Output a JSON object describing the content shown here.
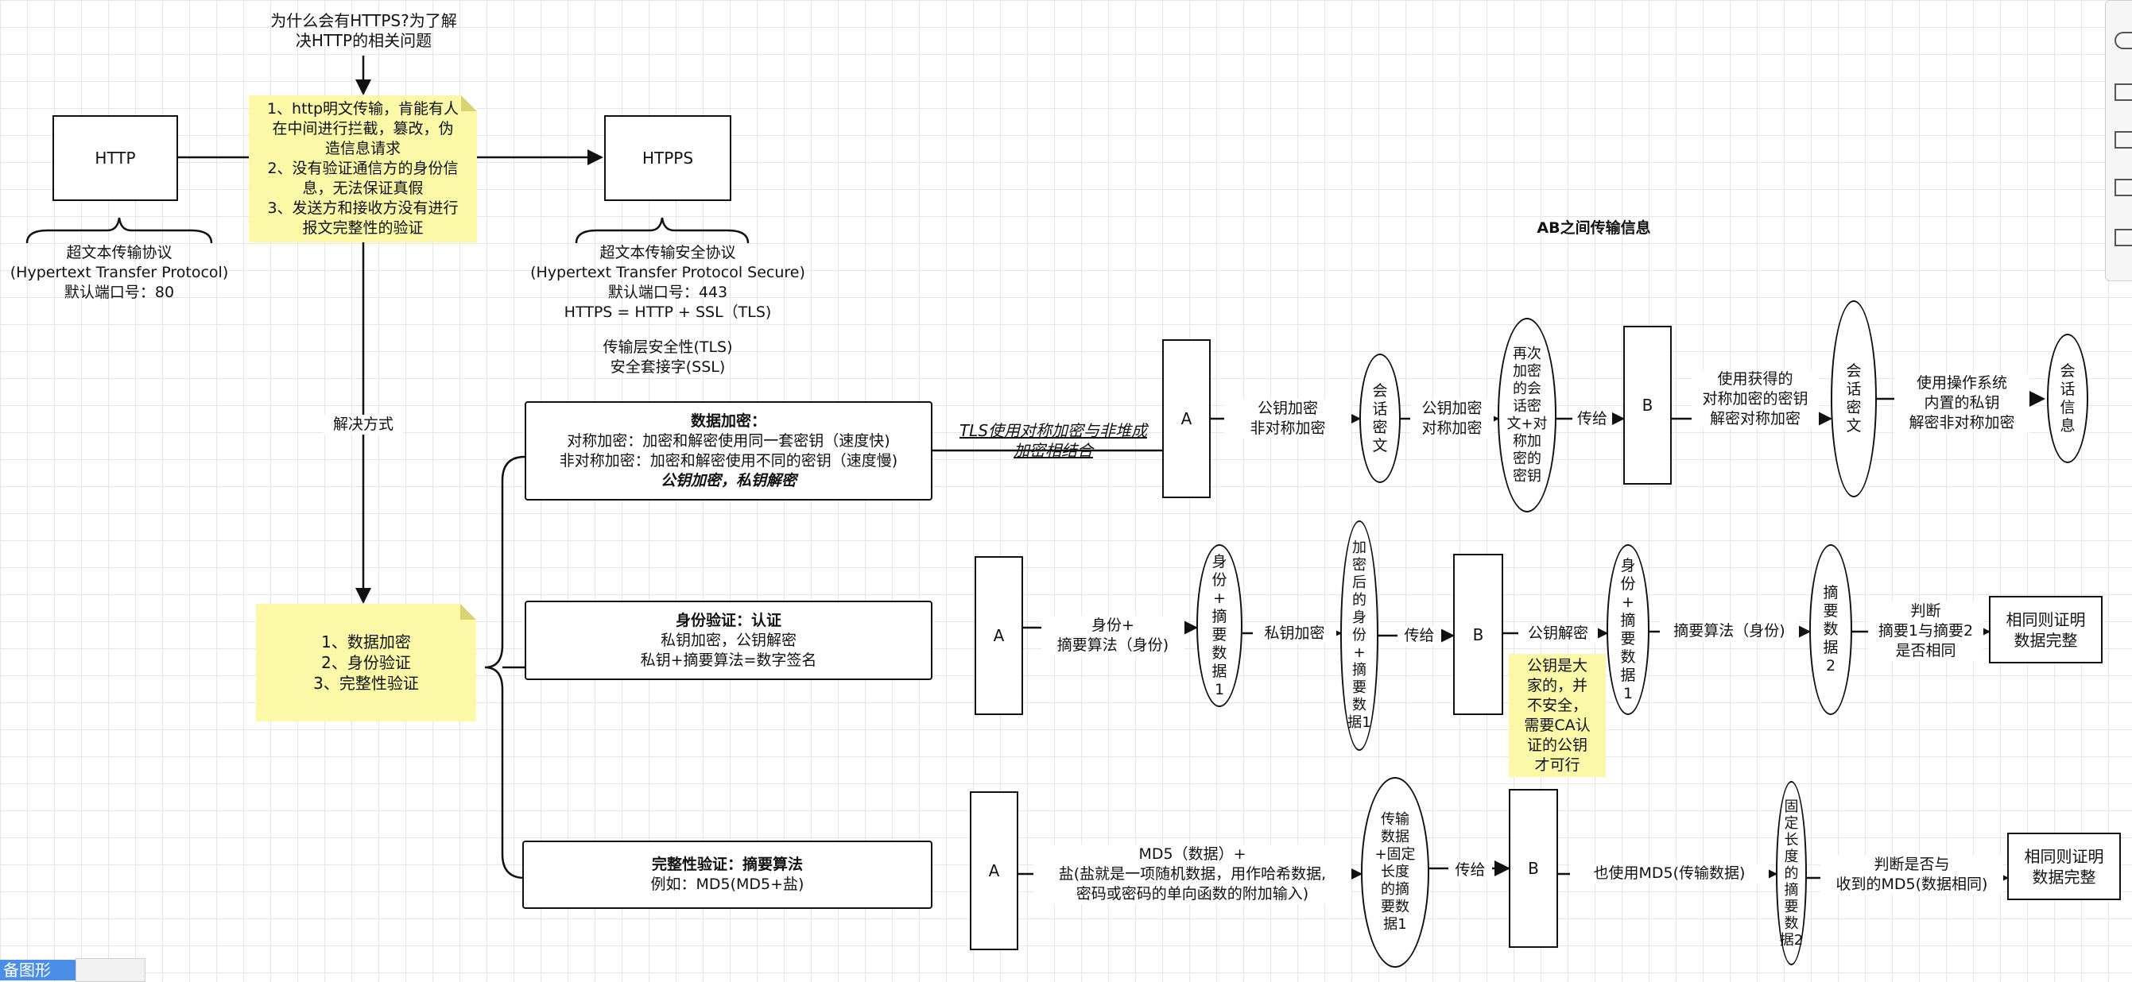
{
  "diagram": {
    "question": "为什么会有HTTPS?为了解\n决HTTP的相关问题",
    "http_box": "HTTP",
    "http_desc": "超文本传输协议\n(Hypertext Transfer Protocol)\n默认端口号：80",
    "problems_note": "1、http明文传输，肯能有人\n在中间进行拦截，篡改，伪\n造信息请求\n2、没有验证通信方的身份信\n息，无法保证真假\n3、发送方和接收方没有进行\n报文完整性的验证",
    "https_box": "HTPPS",
    "https_desc": "超文本传输安全协议\n(Hypertext Transfer Protocol Secure)\n默认端口号：443\nHTTPS = HTTP + SSL（TLS)",
    "tls_desc": "传输层安全性(TLS)\n安全套接字(SSL)",
    "solution_label": "解决方式",
    "solutions_note": "1、数据加密\n2、身份验证\n3、完整性验证",
    "ab_title": "AB之间传输信息",
    "encryption": {
      "box_title": "数据加密：",
      "box_line1": "对称加密：加密和解密使用同一套密钥（速度快)",
      "box_line2": "非对称加密：加密和解密使用不同的密钥（速度慢)",
      "box_line3": "公钥加密，私钥解密",
      "tls_note": "TLS使用对称加密与非堆成\n加密相结合",
      "node_a": "A",
      "label_1": "公钥加密\n非对称加密",
      "ell_1": "会\n话\n密\n文",
      "label_2": "公钥加密\n对称加密",
      "ell_2": "再次\n加密\n的会\n话密\n文+对\n称加\n密的\n密钥",
      "label_3": "传给",
      "node_b": "B",
      "label_4": "使用获得的\n对称加密的密钥\n解密对称加密",
      "ell_3": "会\n话\n密\n文",
      "label_5": "使用操作系统\n内置的私钥\n解密非对称加密",
      "ell_4": "会\n话\n信\n息"
    },
    "auth": {
      "box_title": "身份验证：认证",
      "box_line1": "私钥加密，公钥解密",
      "box_line2": "私钥+摘要算法=数字签名",
      "node_a": "A",
      "label_1": "身份+\n摘要算法（身份)",
      "ell_1": "身\n份\n+\n摘\n要\n数\n据\n1",
      "label_2": "私钥加密",
      "ell_2": "加\n密\n后\n的\n身\n份\n+\n摘\n要\n数\n据1",
      "label_3": "传给",
      "node_b": "B",
      "label_4": "公钥解密",
      "ell_3": "身\n份\n+\n摘\n要\n数\n据\n1",
      "label_5": "摘要算法（身份)",
      "ell_4": "摘\n要\n数\n据\n2",
      "label_6": "判断\n摘要1与摘要2\n是否相同",
      "result": "相同则证明\n数据完整",
      "ca_note": "公钥是大\n家的，并\n不安全，\n需要CA认\n证的公钥\n才可行"
    },
    "integrity": {
      "box_title": "完整性验证：摘要算法",
      "box_line1": "例如：MD5(MD5+盐)",
      "node_a": "A",
      "label_1": "MD5（数据）+\n盐(盐就是一项随机数据，用作哈希数据,\n密码或密码的单向函数的附加输入)",
      "ell_1": "传输\n数据\n+固定\n长度\n的摘\n要数\n据1",
      "label_2": "传给",
      "node_b": "B",
      "label_3": "也使用MD5(传输数据)",
      "ell_2": "固\n定\n长\n度\n的\n摘\n要\n数\n据2",
      "label_4": "判断是否与\n收到的MD5(数据相同)",
      "result": "相同则证明\n数据完整"
    }
  },
  "ui": {
    "bottom_tab": "备图形"
  }
}
